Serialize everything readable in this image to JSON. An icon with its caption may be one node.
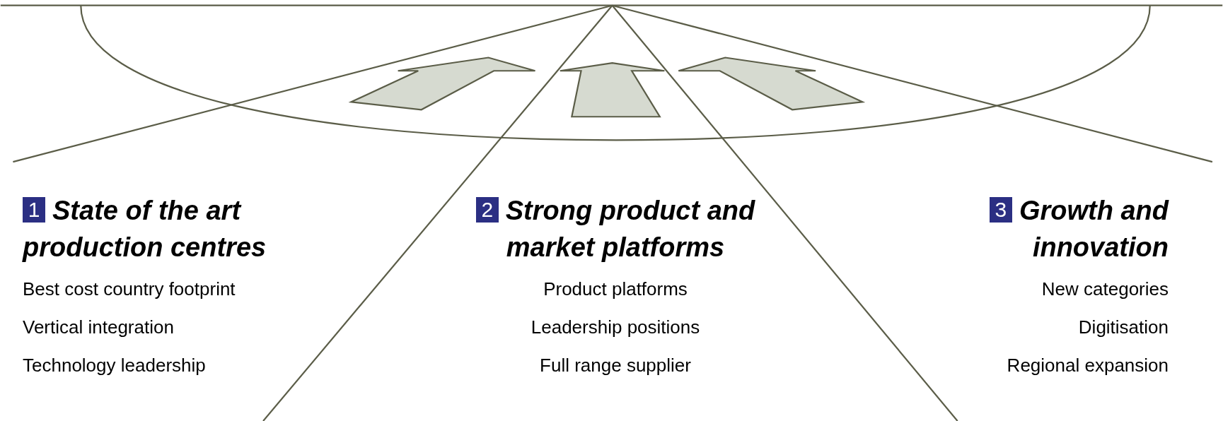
{
  "diagram": {
    "nodes": [
      {
        "text": [
          "1"
        ],
        "beside": [
          "State of the art production centres"
        ]
      },
      {
        "text": [
          "2"
        ],
        "beside": [
          "Strong product and market platforms"
        ]
      },
      {
        "text": [
          "3"
        ],
        "beside": [
          "Growth and innovation"
        ]
      }
    ],
    "labels": [
      "Best cost country footprint",
      "Vertical integration",
      "Technology leadership",
      "Product platforms",
      "Leadership positions",
      "Full range supplier",
      "New categories",
      "Digitisation",
      "Regional expansion"
    ]
  }
}
